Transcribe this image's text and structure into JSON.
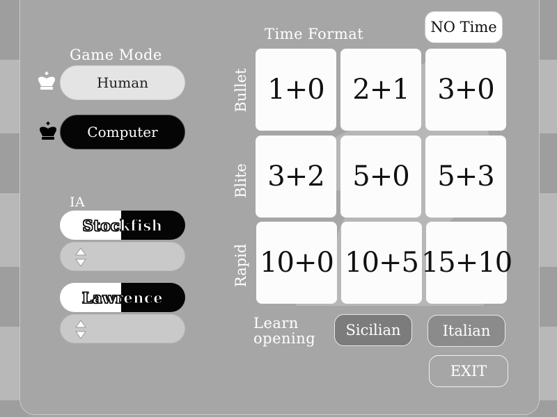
{
  "time_format": {
    "title": "Time Format",
    "no_time_label": "NO Time",
    "rows": [
      {
        "label": "Bullet",
        "options": [
          "1+0",
          "2+1",
          "3+0"
        ]
      },
      {
        "label": "Blite",
        "options": [
          "3+2",
          "5+0",
          "5+3"
        ]
      },
      {
        "label": "Rapid",
        "options": [
          "10+0",
          "10+5",
          "15+10"
        ]
      }
    ]
  },
  "game_mode": {
    "title": "Game Mode",
    "human_label": "Human",
    "computer_label": "Computer",
    "human_icon": "white-king-icon",
    "computer_icon": "black-king-icon"
  },
  "ia": {
    "title": "IA",
    "engines": [
      {
        "name": "Stockfish",
        "level": ""
      },
      {
        "name": "Lawrence",
        "level": ""
      }
    ]
  },
  "learn_opening": {
    "title": "Learn opening",
    "options": [
      "Sicilian",
      "Italian"
    ]
  },
  "exit_label": "EXIT",
  "colors": {
    "panel": "#a6a6a6",
    "cell": "#ffffff",
    "dark_pill": "#050505",
    "opening_button": "#7c7c7c"
  }
}
